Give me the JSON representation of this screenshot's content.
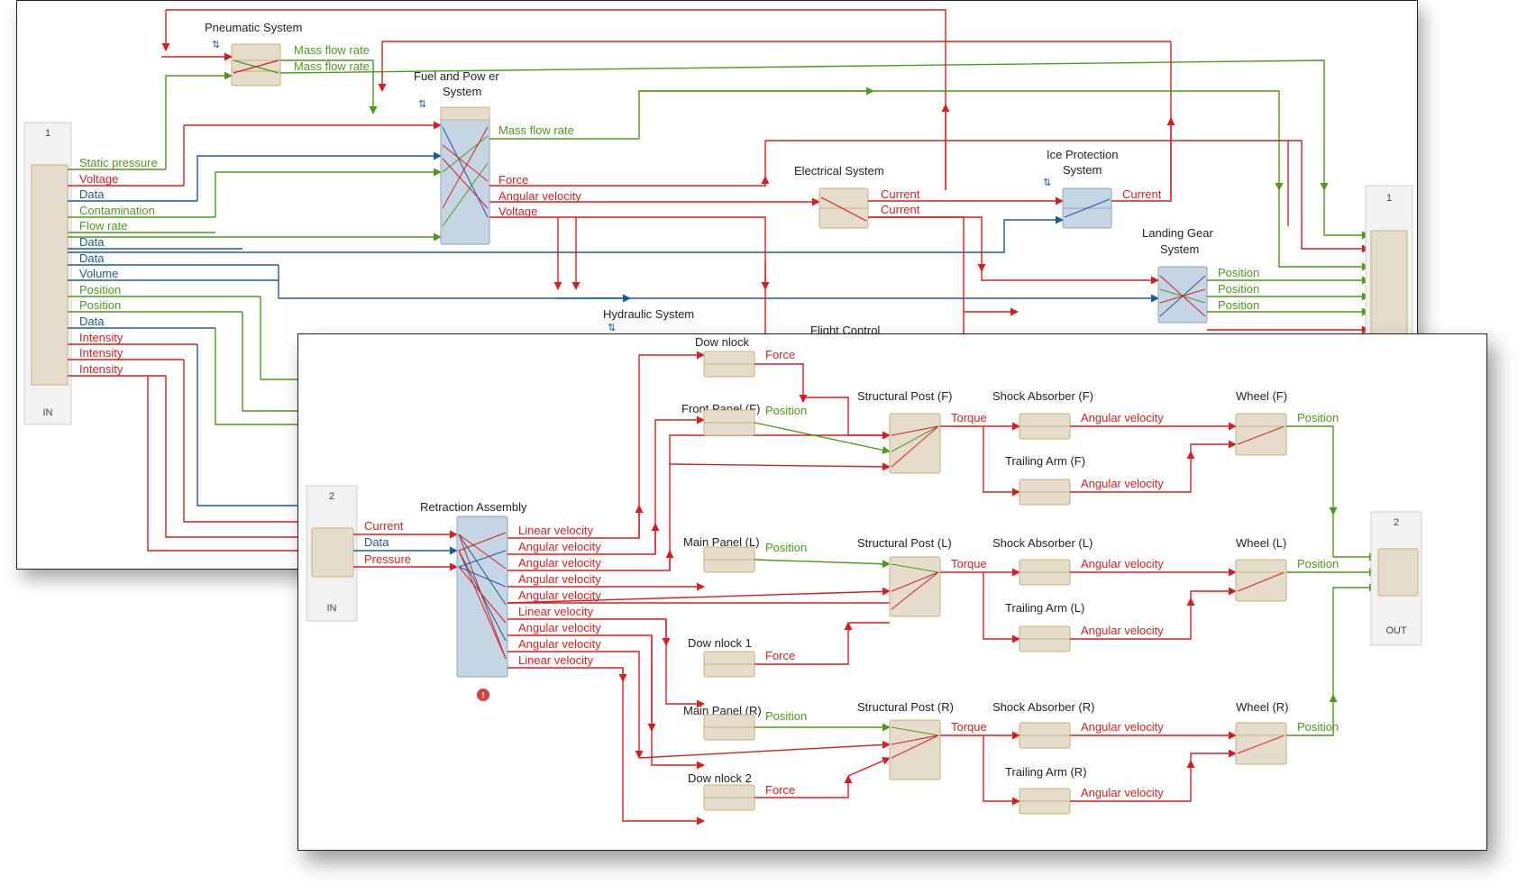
{
  "colors": {
    "red": "#d81e1e",
    "green": "#4c9a1a",
    "blue": "#1c5a9c",
    "box": "#e6dccb",
    "boxEdge": "#c6b07a",
    "blueBox": "#c5d5e3"
  },
  "back": {
    "in_block": {
      "number": "1",
      "label": "IN"
    },
    "out_block": {
      "number": "1"
    },
    "in_signals": [
      "Static pressure",
      "Voltage",
      "Data",
      "Contamination",
      "Flow rate",
      "Data",
      "Data",
      "Volume",
      "Position",
      "Position",
      "Data",
      "Intensity",
      "Intensity",
      "Intensity"
    ],
    "blocks": {
      "pneumatic": "Pneumatic System",
      "fuel_line1": "Fuel and Pow er",
      "fuel_line2": "System",
      "electrical": "Electrical System",
      "ice_line1": "Ice Protection",
      "ice_line2": "System",
      "landing_line1": "Landing Gear",
      "landing_line2": "System",
      "hydraulic": "Hydraulic System",
      "flight": "Flight Control"
    },
    "signals": {
      "mass_flow_1": "Mass flow rate",
      "mass_flow_2": "Mass flow rate",
      "fuel_mass_flow": "Mass flow rate",
      "force": "Force",
      "angular_velocity": "Angular velocity",
      "voltage": "Voltage",
      "current_1": "Current",
      "current_2": "Current",
      "ice_current": "Current",
      "pos_1": "Position",
      "pos_2": "Position",
      "pos_3": "Position"
    }
  },
  "front": {
    "in_block": {
      "number": "2",
      "label": "IN"
    },
    "out_block": {
      "number": "2",
      "label": "OUT"
    },
    "in_signals": [
      "Current",
      "Data",
      "Pressure"
    ],
    "retraction": {
      "title": "Retraction Assembly",
      "outputs": [
        "Linear velocity",
        "Angular velocity",
        "Angular velocity",
        "Angular velocity",
        "Angular velocity",
        "Linear velocity",
        "Angular velocity",
        "Angular velocity",
        "Linear velocity"
      ]
    },
    "blocks": {
      "downlock": "Dow nlock",
      "front_panel": "Front Panel (F)",
      "main_panel_l": "Main Panel (L)",
      "downlock1": "Dow nlock 1",
      "main_panel_r": "Main Panel (R)",
      "downlock2": "Dow nlock 2",
      "sp_f": "Structural Post (F)",
      "sp_l": "Structural Post (L)",
      "sp_r": "Structural Post (R)",
      "sa_f": "Shock Absorber (F)",
      "sa_l": "Shock Absorber (L)",
      "sa_r": "Shock Absorber (R)",
      "ta_f": "Trailing Arm (F)",
      "ta_l": "Trailing Arm (L)",
      "ta_r": "Trailing Arm (R)",
      "wheel_f": "Wheel (F)",
      "wheel_l": "Wheel (L)",
      "wheel_r": "Wheel (R)"
    },
    "signals": {
      "force": "Force",
      "position": "Position",
      "torque": "Torque",
      "angular_velocity": "Angular velocity"
    }
  }
}
